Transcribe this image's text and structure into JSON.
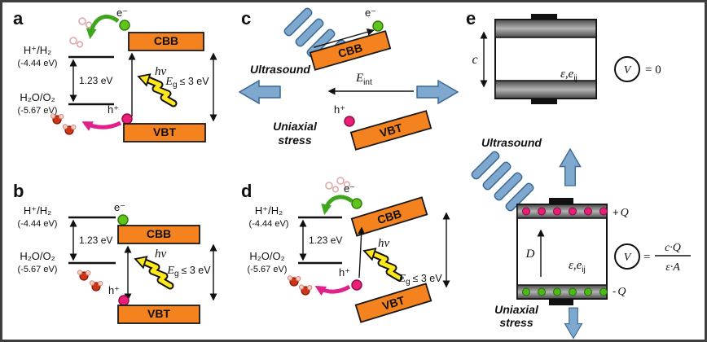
{
  "colors": {
    "orange": "#f4821f",
    "green_dot": "#61c41c",
    "magenta_dot": "#ea1e78",
    "blue": "#7fa8cf",
    "yellow": "#ffe81a",
    "frame": "#3f3f3f"
  },
  "a": {
    "label": "a",
    "level1": "H⁺/H₂",
    "level1_e": "(-4.44 eV)",
    "level2": "H₂O/O₂",
    "level2_e": "(-5.67 eV)",
    "gap": "1.23 eV",
    "electron": "e⁻",
    "hole": "h⁺",
    "cbb": "CBB",
    "vbt": "VBT",
    "hv": "hν",
    "eg": "E",
    "eg_sub": "g",
    "eg_rest": "≤ 3 eV"
  },
  "b": {
    "label": "b",
    "level1": "H⁺/H₂",
    "level1_e": "(-4.44 eV)",
    "level2": "H₂O/O₂",
    "level2_e": "(-5.67 eV)",
    "gap": "1.23 eV",
    "electron": "e⁻",
    "hole": "h⁺",
    "cbb": "CBB",
    "vbt": "VBT",
    "hv": "hν",
    "eg": "E",
    "eg_sub": "g",
    "eg_rest": "≤ 3 eV"
  },
  "c": {
    "label": "c",
    "ultrasound": "Ultrasound",
    "electron": "e⁻",
    "hole": "h⁺",
    "cbb": "CBB",
    "vbt": "VBT",
    "eint": "E",
    "eint_sub": "int",
    "uniaxial1": "Uniaxial",
    "uniaxial2": "stress"
  },
  "d": {
    "label": "d",
    "level1": "H⁺/H₂",
    "level1_e": "(-4.44 eV)",
    "level2": "H₂O/O₂",
    "level2_e": "(-5.67 eV)",
    "gap": "1.23 eV",
    "electron": "e⁻",
    "hole": "h⁺",
    "cbb": "CBB",
    "vbt": "VBT",
    "hv": "hν",
    "eg": "E",
    "eg_sub": "g",
    "eg_rest": "≤ 3 eV"
  },
  "e": {
    "label": "e",
    "thickness": "c",
    "eps": "ε,e",
    "eps_sub": "ij",
    "v": "V",
    "v_zero": "= 0",
    "ultrasound": "Ultrasound",
    "plus_sign": "+",
    "minus_sign": "-",
    "q": "Q",
    "d_field": "D",
    "equals": "=",
    "frac_num": "c·Q",
    "frac_den": "ε·A",
    "uniaxial1": "Uniaxial",
    "uniaxial2": "stress"
  }
}
